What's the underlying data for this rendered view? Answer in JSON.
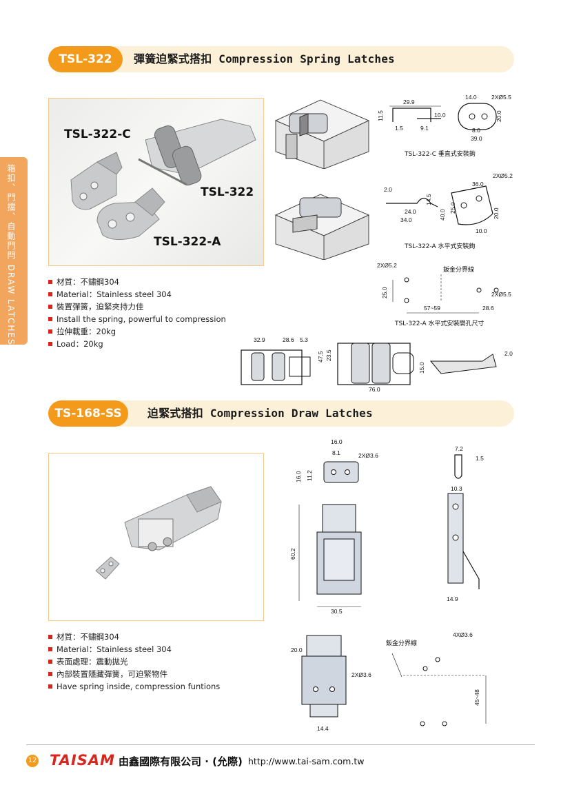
{
  "sidetab": {
    "text": "箱扣、門擋、自動門閂 DRAW LATCHES"
  },
  "section1": {
    "code": "TSL-322",
    "title": "彈簧迫緊式搭扣 Compression Spring Latches",
    "photo_labels": {
      "c": "TSL-322-C",
      "main": "TSL-322",
      "a": "TSL-322-A"
    },
    "bullets": [
      "材質：不鏽鋼304",
      "Material：Stainless steel 304",
      "裝置彈簧，迫緊夾持力佳",
      "Install the spring, powerful to compression",
      "拉伸載重：20kg",
      "Load：20kg"
    ],
    "drawC": {
      "dims": [
        "29.9",
        "11.5",
        "10.0",
        "1.5",
        "9.1",
        "14.0",
        "2XØ5.5",
        "20.0",
        "8.0",
        "39.0"
      ],
      "caption": "TSL-322-C 垂直式安裝鉤"
    },
    "drawA": {
      "dims": [
        "2.0",
        "14.5",
        "24.0",
        "34.0",
        "2XØ5.2",
        "36.0",
        "40.0",
        "25.0",
        "20.0",
        "10.0"
      ],
      "caption": "TSL-322-A 水平式安裝鉤"
    },
    "drawHoles": {
      "dims": [
        "2XØ5.2",
        "鈑金分界線",
        "25.0",
        "2XØ5.5",
        "57~59",
        "28.6"
      ],
      "caption": "TSL-322-A 水平式安裝開孔尺寸"
    },
    "drawMain": {
      "dims": [
        "32.9",
        "28.6",
        "5.3",
        "47.5",
        "23.5",
        "76.0",
        "15.0",
        "2.0"
      ]
    }
  },
  "section2": {
    "code": "TS-168-SS",
    "title": "迫緊式搭扣 Compression Draw Latches",
    "bullets": [
      "材質：不鏽鋼304",
      "Material：Stainless steel 304",
      "表面處理：震動拋光",
      "內部裝置隱藏彈簧，可迫緊物件",
      "Have spring inside, compression funtions"
    ],
    "drawTop": {
      "dims": [
        "16.0",
        "8.1",
        "2XØ3.6",
        "16.0",
        "11.2"
      ]
    },
    "drawFront": {
      "dims": [
        "60.2",
        "30.5"
      ]
    },
    "drawSide": {
      "dims": [
        "7.2",
        "1.5",
        "10.3",
        "14.9"
      ]
    },
    "drawBottom": {
      "dims": [
        "20.0",
        "2XØ3.6",
        "14.4"
      ]
    },
    "drawHoles": {
      "dims": [
        "鈑金分界線",
        "4XØ3.6",
        "45~48"
      ]
    }
  },
  "footer": {
    "page": "12",
    "brand": "TAISAM",
    "company": "由鑫國際有限公司 · (允際)",
    "url": "http://www.tai-sam.com.tw"
  },
  "colors": {
    "accent": "#f39a1a",
    "header_bg": "#fdf0d8",
    "brand": "#d7261e",
    "sidetab": "#f2a55c"
  }
}
